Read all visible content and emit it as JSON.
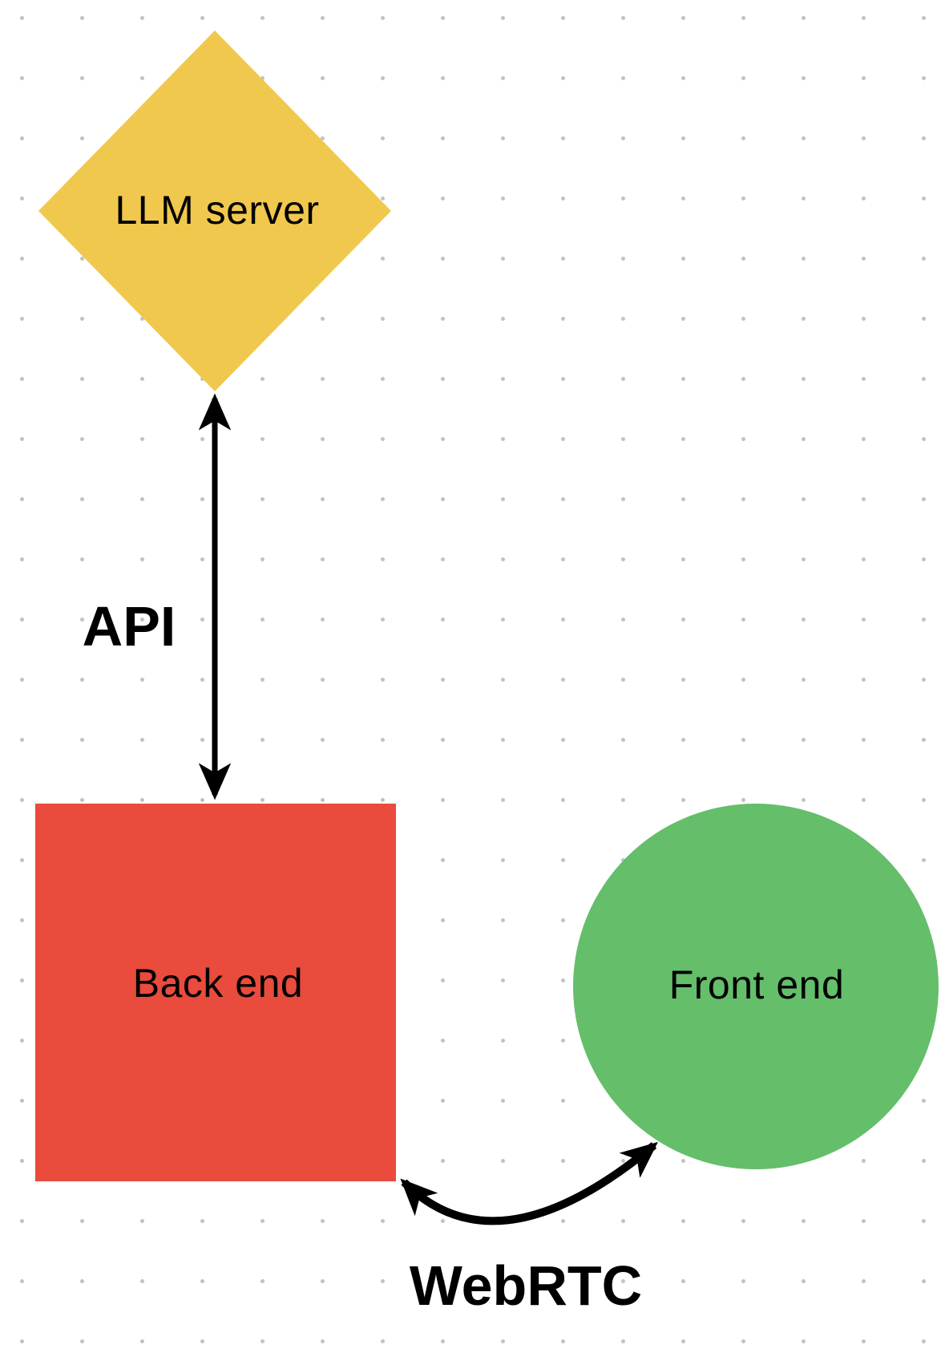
{
  "canvas": {
    "background": "#ffffff",
    "grid_dot_color": "#c2c2c2"
  },
  "colors": {
    "arrow": "#000000",
    "text": "#000000"
  },
  "diagram": {
    "nodes": {
      "llm_server": {
        "label": "LLM server",
        "shape": "diamond",
        "fill": "#f0c84d"
      },
      "back_end": {
        "label": "Back end",
        "shape": "square",
        "fill": "#e94b3c"
      },
      "front_end": {
        "label": "Front end",
        "shape": "circle",
        "fill": "#64be6a"
      }
    },
    "edges": {
      "api": {
        "label": "API",
        "style": "double-headed straight arrow",
        "connects": [
          "LLM server",
          "Back end"
        ]
      },
      "webrtc": {
        "label": "WebRTC",
        "style": "double-headed curved arrow",
        "connects": [
          "Back end",
          "Front end"
        ]
      }
    }
  }
}
